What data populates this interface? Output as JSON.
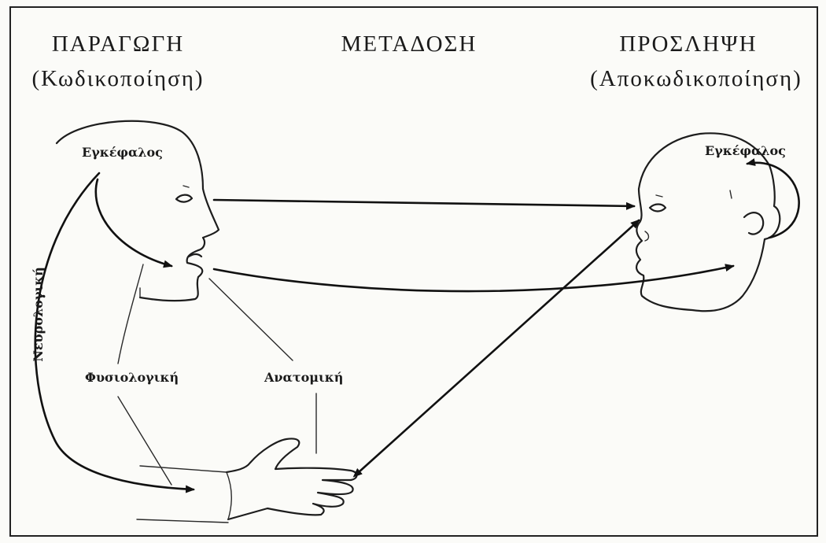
{
  "sections": {
    "production": {
      "title": "ΠΑΡΑΓΩΓΗ",
      "subtitle": "(Κωδικοποίηση)"
    },
    "transmission": {
      "title": "ΜΕΤΑΔΟΣΗ"
    },
    "reception": {
      "title": "ΠΡΟΣΛΗΨΗ",
      "subtitle": "(Αποκωδικοποίηση)"
    }
  },
  "labels": {
    "brain_speaker": "Εγκέφαλος",
    "brain_listener": "Εγκέφαλος",
    "neurological": "Νευρολογική",
    "physiological": "Φυσιολογική",
    "anatomical": "Ανατομική"
  }
}
